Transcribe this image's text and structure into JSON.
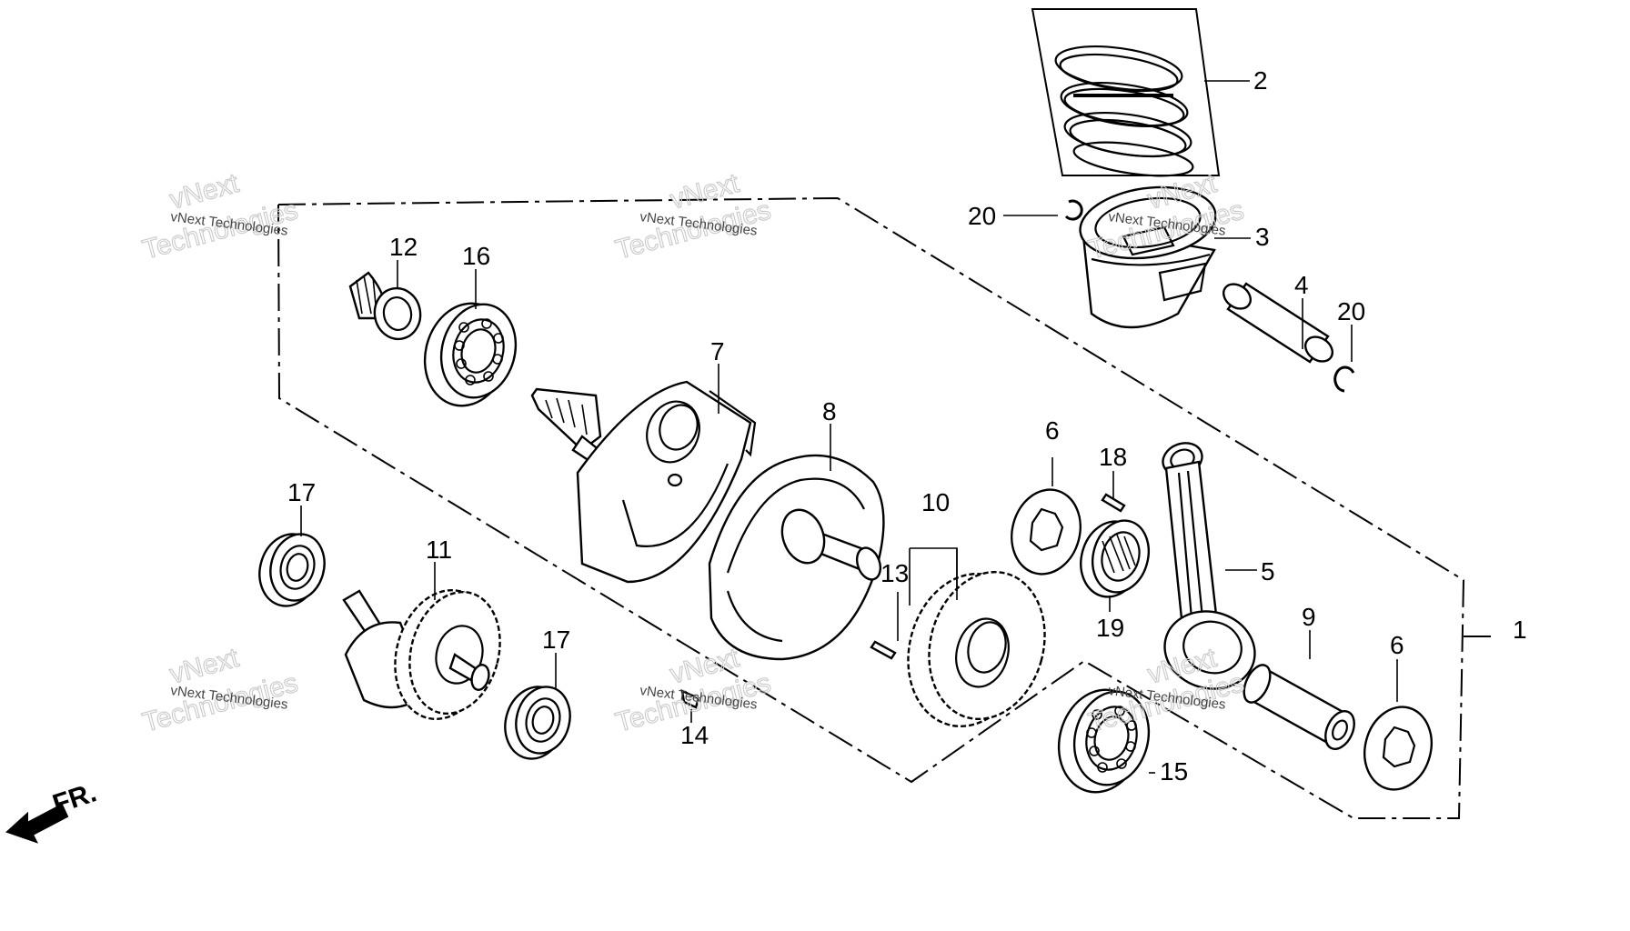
{
  "callouts": {
    "c1": "1",
    "c2": "2",
    "c3": "3",
    "c4": "4",
    "c5": "5",
    "c6a": "6",
    "c6b": "6",
    "c7": "7",
    "c8": "8",
    "c9": "9",
    "c10": "10",
    "c11": "11",
    "c12": "12",
    "c13": "13",
    "c14": "14",
    "c15": "15",
    "c16": "16",
    "c17a": "17",
    "c17b": "17",
    "c18": "18",
    "c19": "19",
    "c20a": "20",
    "c20b": "20"
  },
  "direction_label": "FR.",
  "watermark": {
    "small": "vNext Technologies",
    "line1": "vNext",
    "line2": "Technologies"
  }
}
